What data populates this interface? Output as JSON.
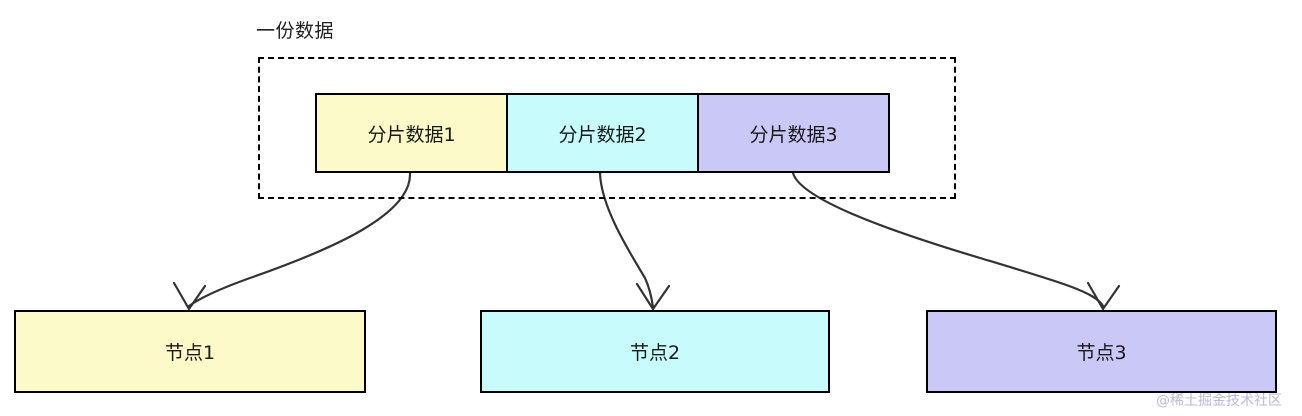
{
  "diagram": {
    "title": "一份数据",
    "shards": [
      {
        "label": "分片数据1",
        "color": "#fcfac8"
      },
      {
        "label": "分片数据2",
        "color": "#c8fcfc"
      },
      {
        "label": "分片数据3",
        "color": "#c9c8f7"
      }
    ],
    "nodes": [
      {
        "label": "节点1",
        "color": "#fcfac8"
      },
      {
        "label": "节点2",
        "color": "#c8fcfc"
      },
      {
        "label": "节点3",
        "color": "#c9c8f7"
      }
    ],
    "edges": [
      {
        "from": "分片数据1",
        "to": "节点1"
      },
      {
        "from": "分片数据2",
        "to": "节点2"
      },
      {
        "from": "分片数据3",
        "to": "节点3"
      }
    ],
    "colors": {
      "stroke": "#000000",
      "edge": "#333333",
      "text": "#1a1a1a",
      "background": "#ffffff"
    },
    "watermark": "@稀土掘金技术社区"
  }
}
